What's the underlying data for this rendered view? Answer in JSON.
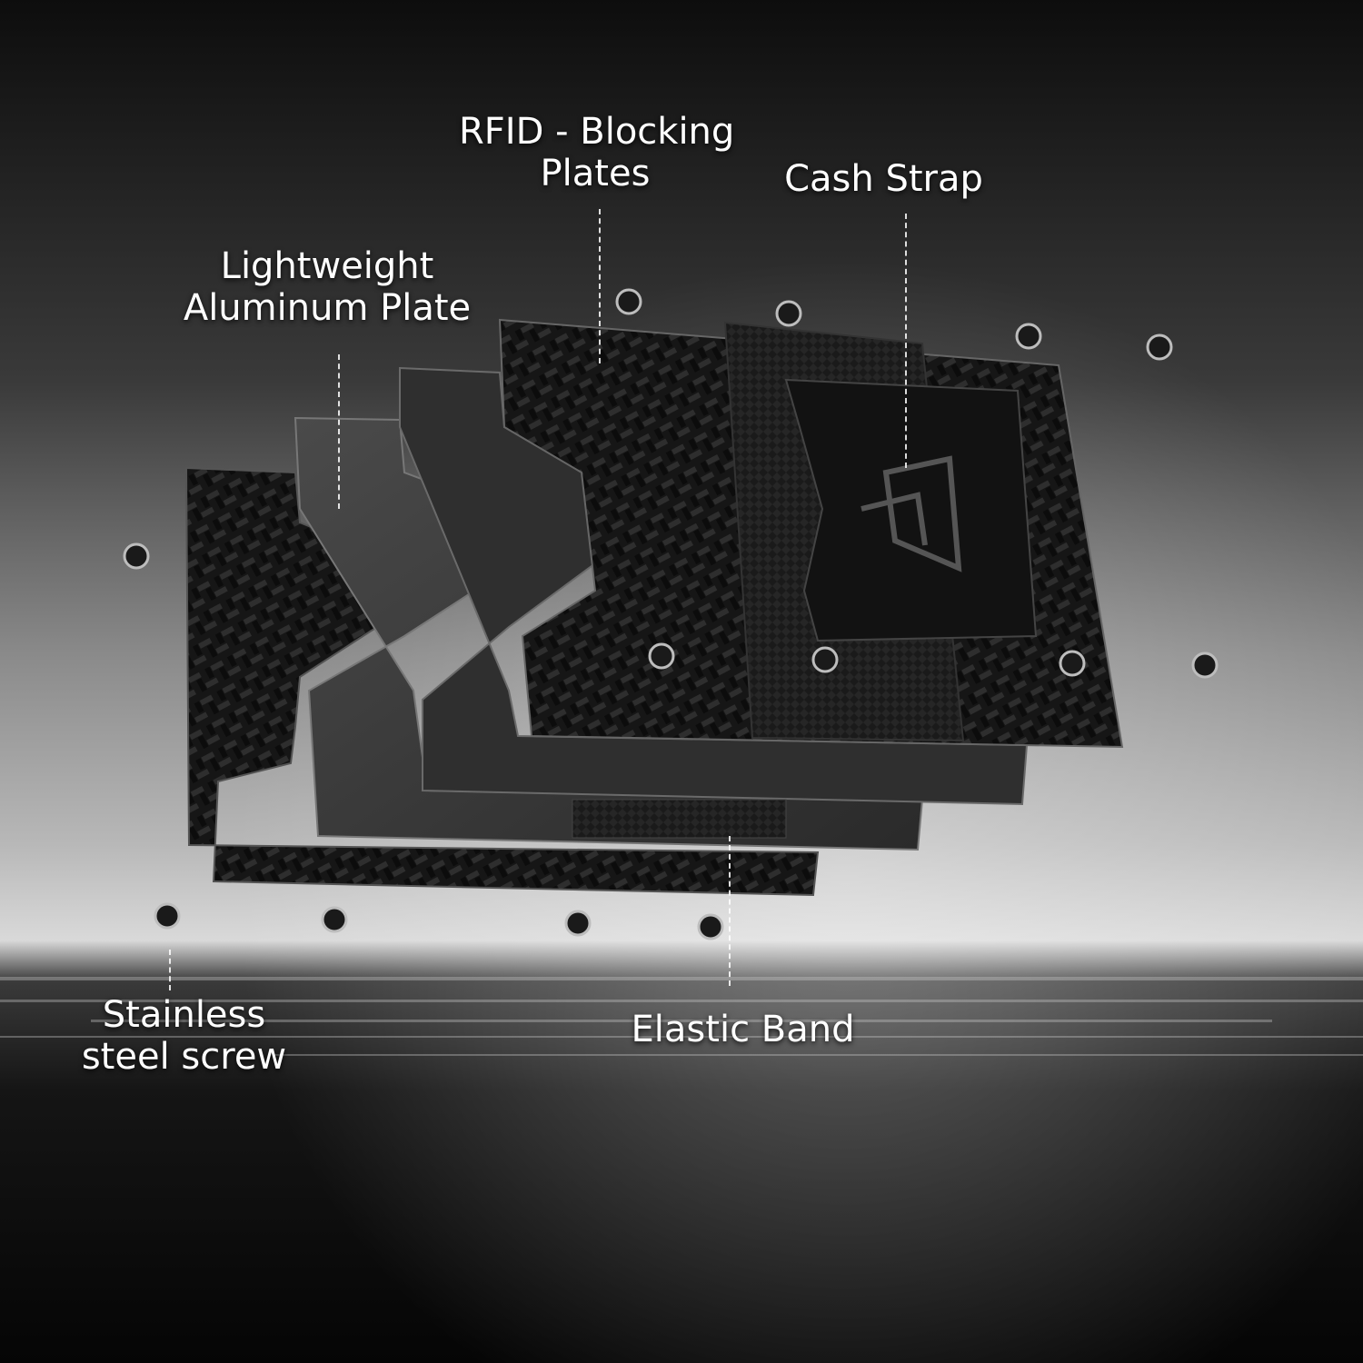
{
  "labels": {
    "rfid": {
      "line1": "RFID - Blocking",
      "line2": "Plates"
    },
    "cash_strap": {
      "line1": "Cash Strap"
    },
    "aluminum": {
      "line1": "Lightweight",
      "line2": "Aluminum Plate"
    },
    "screw": {
      "line1": "Stainless",
      "line2": "steel screw"
    },
    "elastic": {
      "line1": "Elastic Band"
    }
  },
  "colors": {
    "background_dark": "#0b0b0b",
    "carbon_fiber": "#1c1c1c",
    "aluminum_plate": "#3a3a3a",
    "text": "#ffffff"
  }
}
